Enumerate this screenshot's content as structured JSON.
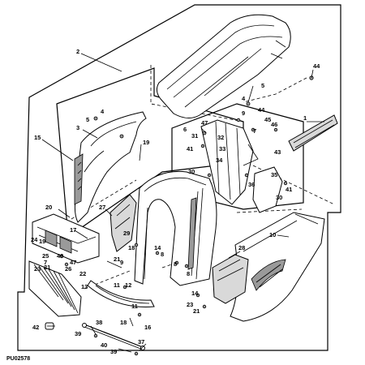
{
  "figure_code": "PU02578",
  "callouts": {
    "c1": "1",
    "c2": "2",
    "c3": "3",
    "c4a": "4",
    "c4b": "4",
    "c5a": "5",
    "c5b": "5",
    "c6": "6",
    "c7a": "7",
    "c7b": "7",
    "c8a": "8",
    "c8b": "8",
    "c8c": "8",
    "c9a": "9",
    "c9b": "9",
    "c10": "10",
    "c11a": "11",
    "c11b": "11",
    "c12": "12",
    "c13": "13",
    "c14a": "14",
    "c14b": "14",
    "c15": "15",
    "c16": "16",
    "c17": "17",
    "c18a": "18",
    "c18b": "18",
    "c19": "19",
    "c20": "20",
    "c21a": "21",
    "c21b": "21",
    "c21c": "21",
    "c22": "22",
    "c23a": "23",
    "c23b": "23",
    "c24": "24",
    "c25": "25",
    "c26": "26",
    "c27": "27",
    "c28": "28",
    "c29": "29",
    "c30a": "30",
    "c30b": "30",
    "c31": "31",
    "c32": "32",
    "c33": "33",
    "c34": "34",
    "c35": "35",
    "c36": "36",
    "c37": "37",
    "c38": "38",
    "c39a": "39",
    "c39b": "39",
    "c40": "40",
    "c41a": "41",
    "c41b": "41",
    "c42": "42",
    "c43": "43",
    "c44a": "44",
    "c44b": "44",
    "c45": "45",
    "c46": "46",
    "c47a": "47",
    "c47b": "47",
    "c19b": "19",
    "c49": "49"
  }
}
